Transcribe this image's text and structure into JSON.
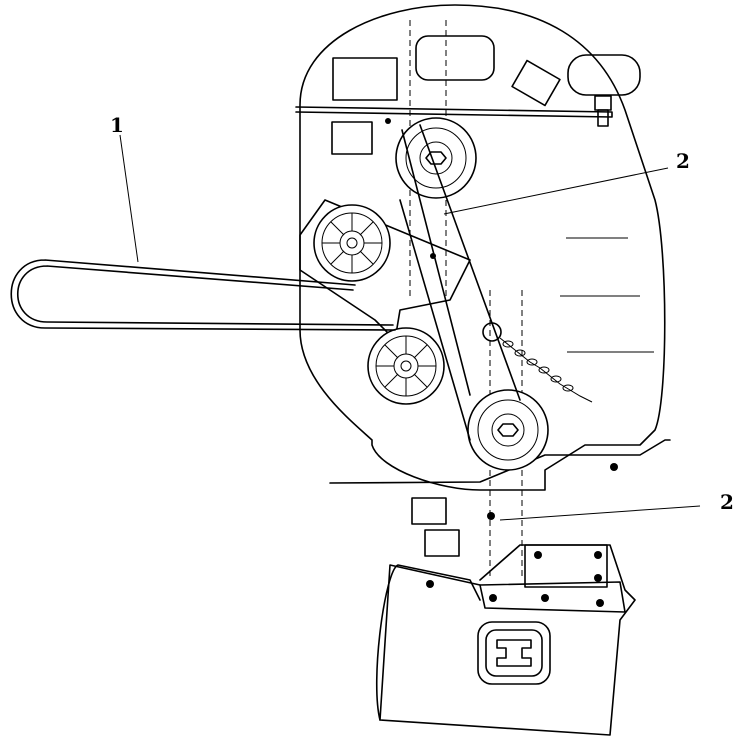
{
  "callouts": [
    {
      "id": "belt",
      "text": "1"
    },
    {
      "id": "pulley-upper",
      "text": "2"
    },
    {
      "id": "pulley-lower",
      "text": "2"
    }
  ]
}
